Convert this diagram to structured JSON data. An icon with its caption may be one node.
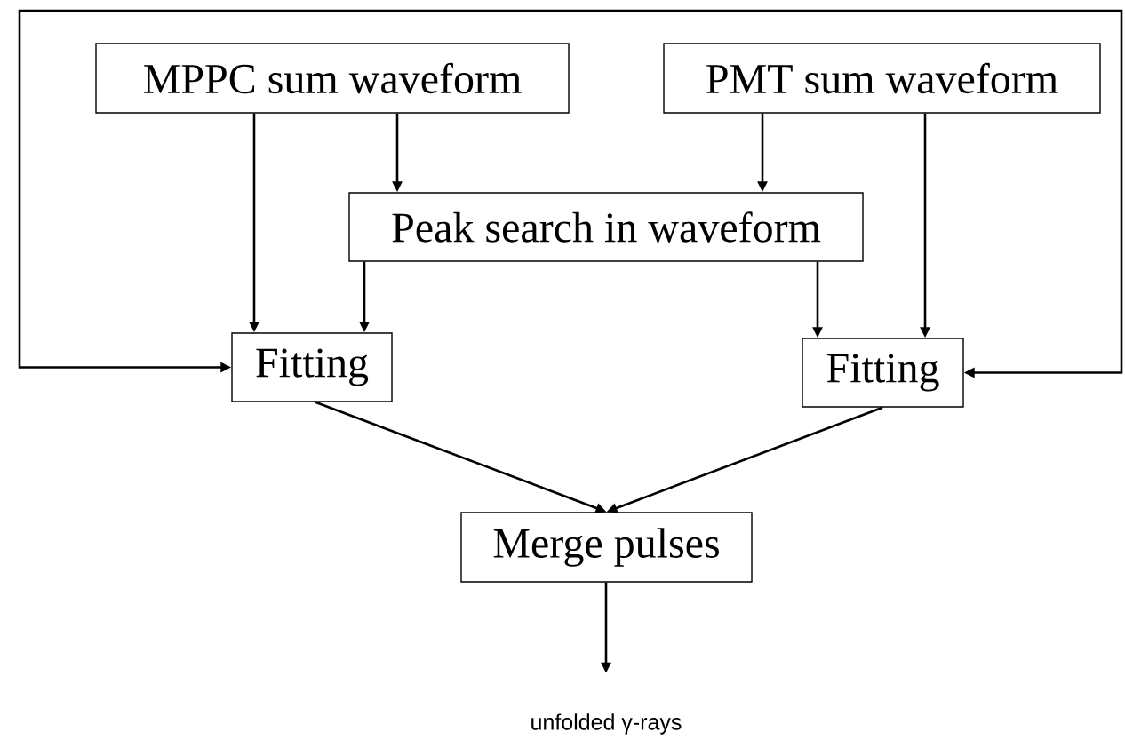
{
  "diagram": {
    "nodes": [
      {
        "text": [
          "MPPC sum waveform"
        ]
      },
      {
        "text": [
          "PMT sum waveform"
        ]
      },
      {
        "text": [
          "Peak search in waveform"
        ]
      },
      {
        "text": [
          "Fitting"
        ]
      },
      {
        "text": [
          "Fitting"
        ]
      },
      {
        "text": [
          "Merge pulses"
        ]
      },
      {
        "text": [
          "unfolded γ-rays"
        ]
      }
    ],
    "edges": [
      {
        "from": 0,
        "to": 3,
        "arrow": "to"
      },
      {
        "from": 0,
        "to": 2,
        "arrow": "to"
      },
      {
        "from": 1,
        "to": 2,
        "arrow": "to"
      },
      {
        "from": 1,
        "to": 4,
        "arrow": "to"
      },
      {
        "from": 2,
        "to": 3,
        "arrow": "to"
      },
      {
        "from": 2,
        "to": 4,
        "arrow": "to"
      },
      {
        "from": 3,
        "to": 4,
        "arrow": "both"
      },
      {
        "from": 3,
        "to": 5,
        "arrow": "to"
      },
      {
        "from": 4,
        "to": 5,
        "arrow": "to"
      },
      {
        "from": 5,
        "to": 6,
        "arrow": "to"
      }
    ]
  }
}
